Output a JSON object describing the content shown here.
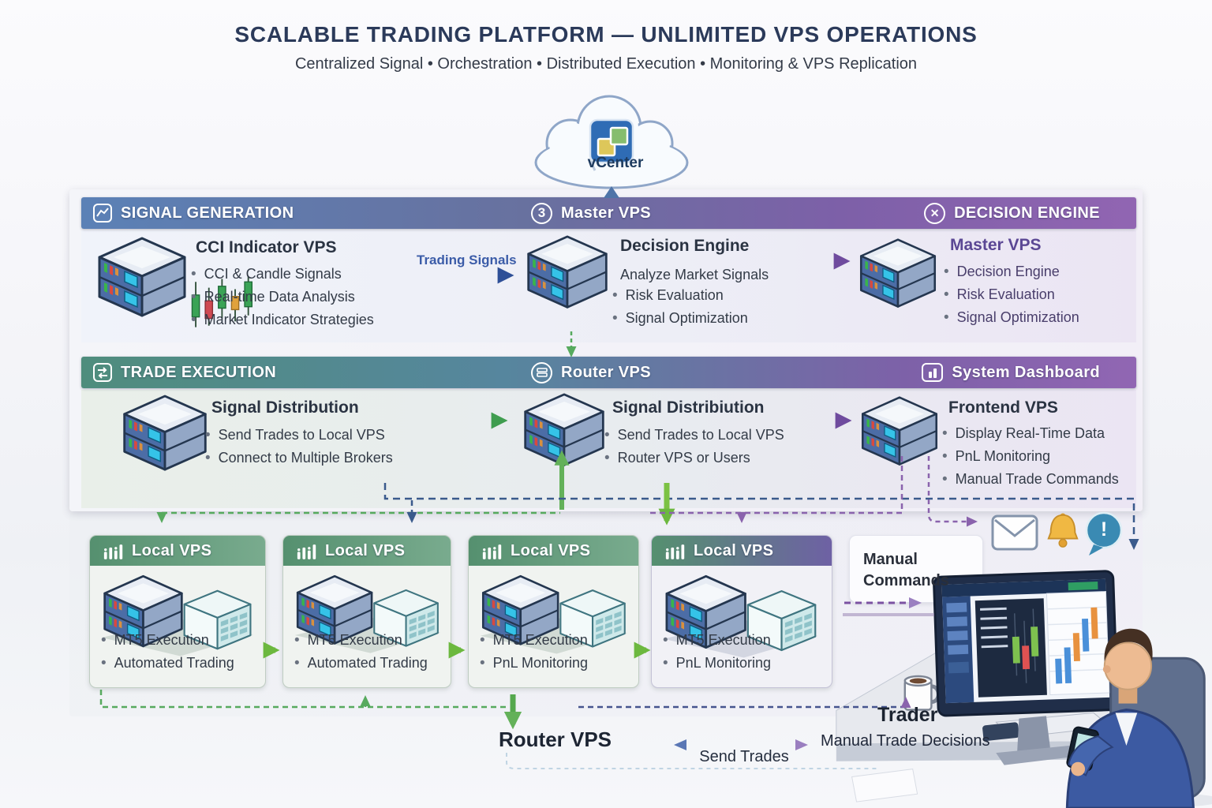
{
  "title": "SCALABLE TRADING PLATFORM — UNLIMITED VPS OPERATIONS",
  "subtitle": "Centralized Signal • Orchestration • Distributed Execution • Monitoring & VPS Replication",
  "cloud": {
    "label": "vCenter"
  },
  "icons": {
    "master_badge": "3",
    "decision_x": "✕",
    "alert_mark": "!"
  },
  "row1": {
    "header": {
      "left": "SIGNAL GENERATION",
      "center": "Master VPS",
      "right": "DECISION ENGINE"
    },
    "signal_arrow_label": "Trading Signals",
    "cci": {
      "title": "CCI Indicator VPS",
      "bullets": [
        "CCI & Candle Signals",
        "Real-time Data Analysis",
        "Market Indicator Strategies"
      ]
    },
    "decision": {
      "title": "Decision Engine",
      "lead": "Analyze Market Signals",
      "bullets": [
        "Risk Evaluation",
        "Signal Optimization"
      ]
    },
    "master": {
      "title": "Master VPS",
      "bullets": [
        "Decision Engine",
        "Risk Evaluation",
        "Signal Optimization"
      ]
    }
  },
  "row2": {
    "header": {
      "left": "TRADE EXECUTION",
      "center": "Router VPS",
      "right": "System Dashboard"
    },
    "distribution": {
      "title": "Signal Distribution",
      "bullets": [
        "Send Trades to Local VPS",
        "Connect to Multiple Brokers"
      ]
    },
    "router": {
      "title": "Signal Distribiution",
      "bullets": [
        "Send Trades to Local VPS",
        "Router VPS or Users"
      ]
    },
    "frontend": {
      "title": "Frontend VPS",
      "bullets": [
        "Display Real-Time Data",
        "PnL Monitoring",
        "Manual Trade Commands"
      ]
    }
  },
  "local_vps": [
    {
      "title": "Local VPS",
      "bullets": [
        "MT5 Execution",
        "Automated Trading"
      ]
    },
    {
      "title": "Local VPS",
      "bullets": [
        "MT5 Execution",
        "Automated Trading"
      ]
    },
    {
      "title": "Local VPS",
      "bullets": [
        "MT5 Execution",
        "PnL Monitoring"
      ]
    },
    {
      "title": "Local VPS",
      "bullets": [
        "MT5 Execution",
        "PnL Monitoring"
      ]
    }
  ],
  "bottom": {
    "manual_commands": "Manual Commands",
    "router_label": "Router VPS",
    "send_trades": "Send Trades",
    "manual_decisions": "Manual Trade Decisions",
    "trader_label": "Trader"
  },
  "colors": {
    "band1_left": "#5b81b6",
    "band1_right": "#9165b2",
    "band2_left": "#4f8d7d",
    "band2_right": "#9166b3",
    "local_header_green": "#55906f",
    "arrow_blue": "#2e4f97",
    "arrow_purple": "#6f4b9e",
    "arrow_green": "#3f9d4f",
    "arrow_lime": "#7cc243",
    "title_navy": "#2b3a5a"
  }
}
